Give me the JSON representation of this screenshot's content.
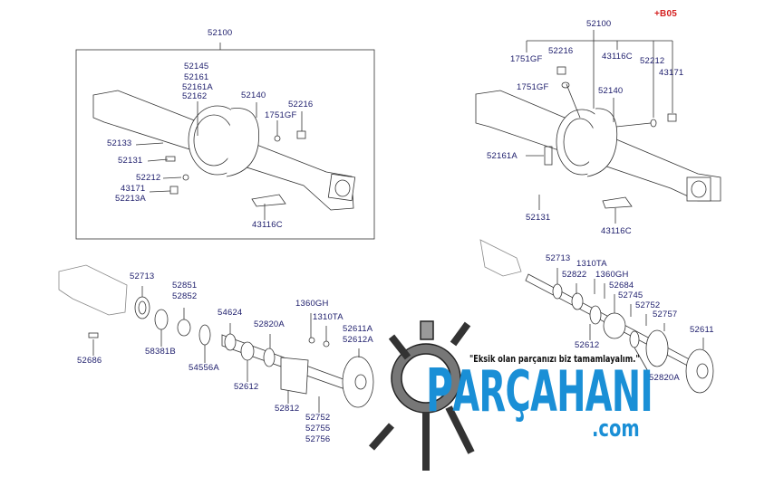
{
  "top_left": {
    "labels": [
      "52100",
      "52145",
      "52161",
      "52161A",
      "52162",
      "52140",
      "52216",
      "1751GF",
      "52133",
      "52131",
      "52212",
      "43171",
      "52213A",
      "43116C"
    ]
  },
  "top_right": {
    "labels": [
      "+B05",
      "52100",
      "1751GF",
      "52216",
      "43116C",
      "52212",
      "43171",
      "1751GF",
      "52140",
      "52161A",
      "52131",
      "43116C"
    ]
  },
  "bottom_left": {
    "labels": [
      "52713",
      "52851",
      "52852",
      "54624",
      "52820A",
      "1360GH",
      "1310TA",
      "52611A",
      "52612A",
      "58381B",
      "52686",
      "54556A",
      "52612",
      "52812",
      "52752",
      "52755",
      "52756"
    ]
  },
  "bottom_right": {
    "labels": [
      "52713",
      "1310TA",
      "52822",
      "1360GH",
      "52684",
      "52745",
      "52752",
      "52757",
      "52611",
      "52612",
      "52820A"
    ]
  },
  "watermark": {
    "slogan": "\"Eksik olan parçanızı biz tamamlayalım.\"",
    "brand_p": "P",
    "brand_rest": "ARÇAHANI",
    "domain": ".com"
  },
  "colors": {
    "label": "#1c1c6b",
    "accent": "#d42020",
    "brand": "#1a8fd6"
  }
}
